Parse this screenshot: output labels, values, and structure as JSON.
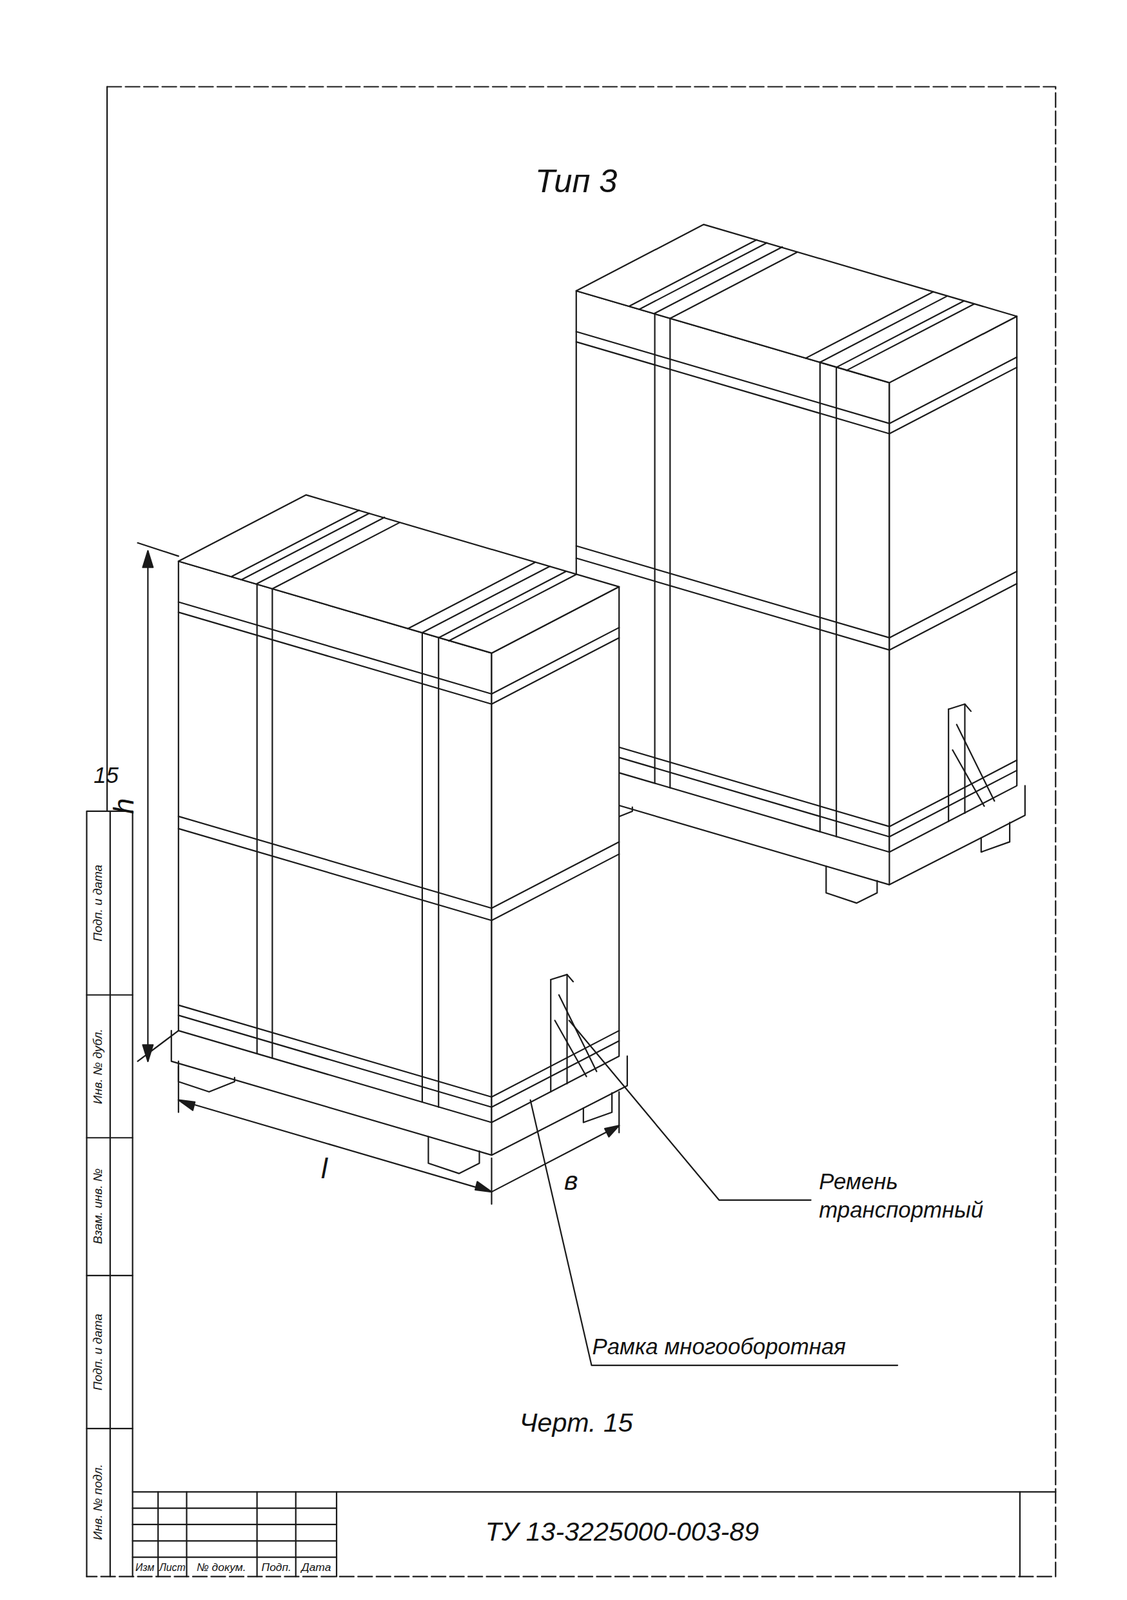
{
  "diagram": {
    "title": "Тип 3",
    "caption": "Черт. 15",
    "labels": [
      "h",
      "l",
      "в",
      "Ремень транспортный",
      "Рамка многооборотная",
      "15",
      "Инв. № подл.",
      "Подп. и дата",
      "Взам. инв. №",
      "Инв. № дубл.",
      "Подп. и дата",
      "Изм",
      "Лист",
      "№ докум.",
      "Подп.",
      "Дата",
      "ТУ 13-3225000-003-89"
    ]
  }
}
